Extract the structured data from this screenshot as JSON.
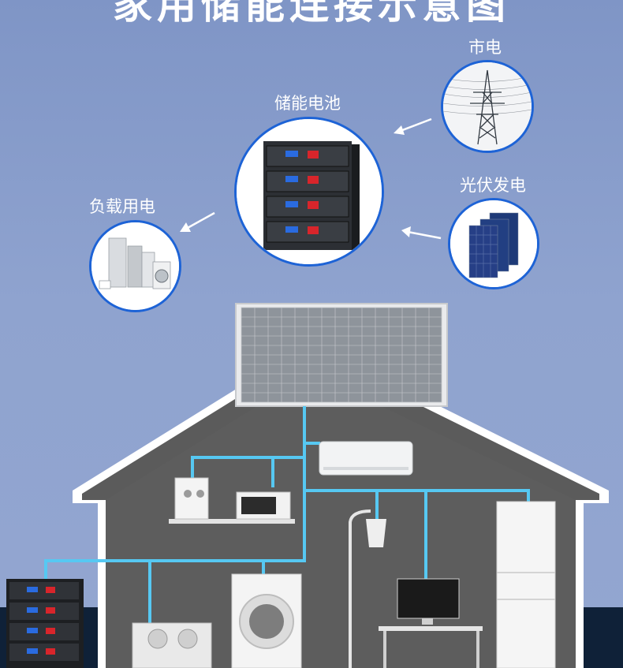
{
  "title": "家用储能连接示意图",
  "labels": {
    "grid": "市电",
    "storage": "储能电池",
    "solar": "光伏发电",
    "load": "负载用电"
  },
  "colors": {
    "background": "#8fa3cf",
    "circle_border": "#1d63d6",
    "house_wall": "#5a5a5a",
    "wire": "#56c8f2",
    "ground": "#0f2138"
  },
  "icons": [
    "power-tower-icon",
    "battery-rack-icon",
    "solar-panel-icon",
    "appliances-icon",
    "air-conditioner-icon",
    "coffee-machine-icon",
    "microwave-icon",
    "lamp-icon",
    "refrigerator-icon",
    "washing-machine-icon",
    "monitor-icon",
    "water-pump-icon"
  ]
}
